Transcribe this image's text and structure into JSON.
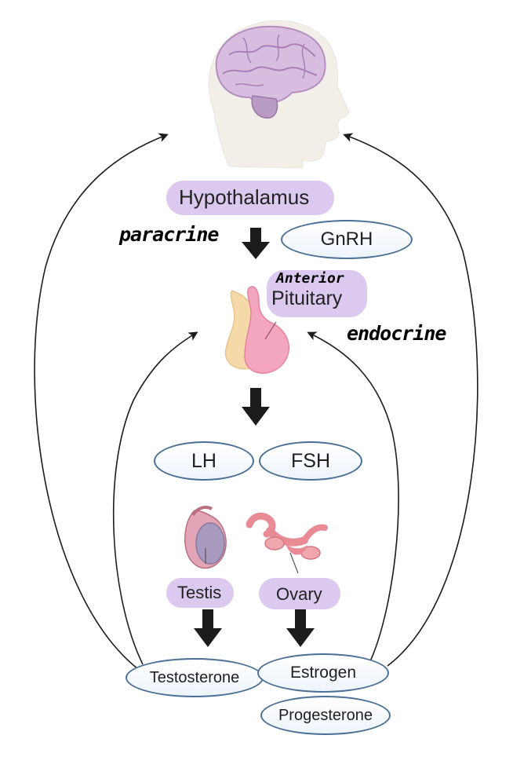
{
  "hypothalamus": "Hypothalamus",
  "paracrine": "paracrine",
  "gnrh": "GnRH",
  "anterior": "Anterior",
  "pituitary": "Pituitary",
  "endocrine": "endocrine",
  "lh": "LH",
  "fsh": "FSH",
  "testis": "Testis",
  "ovary": "Ovary",
  "testosterone": "Testosterone",
  "estrogen": "Estrogen",
  "progesterone": "Progesterone",
  "colors": {
    "highlight": "#d9c6ee",
    "pill_border": "#4a6f96",
    "brain": "#c8a2cf",
    "head": "#f2efe9",
    "pituitary_pink": "#f3a6bd",
    "pituitary_beige": "#f6d9a8",
    "arrow": "#1c1c1c"
  }
}
